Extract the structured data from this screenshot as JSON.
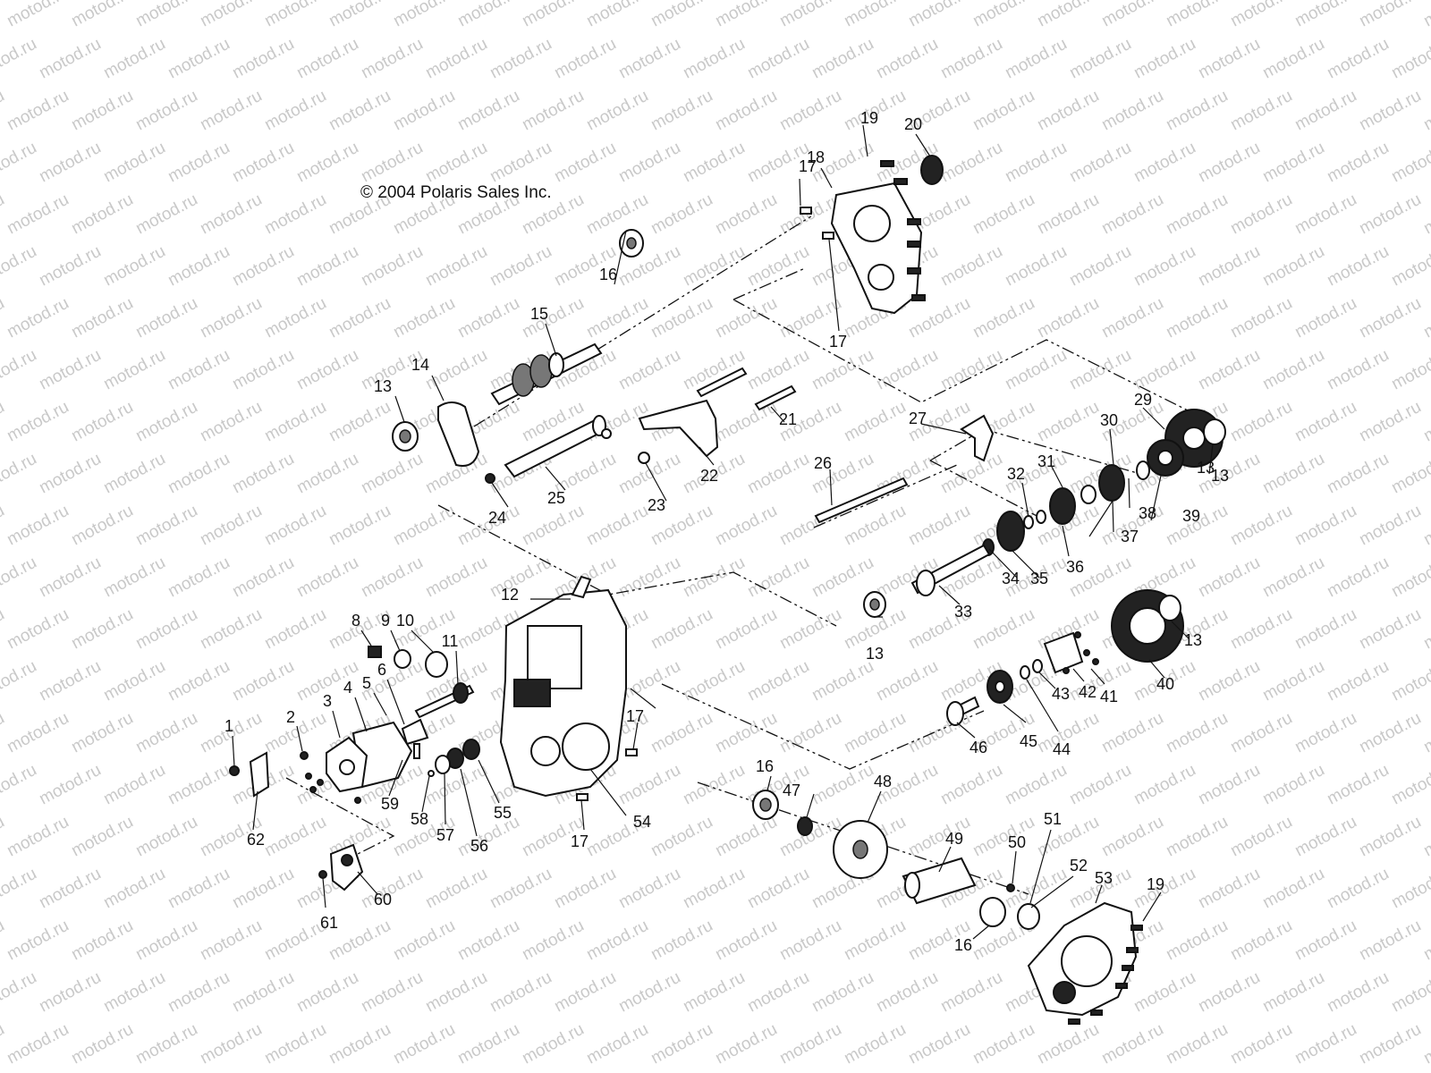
{
  "copyright": "© 2004 Polaris Sales Inc.",
  "watermark": "motod.ru",
  "callouts": [
    "1",
    "2",
    "3",
    "4",
    "5",
    "6",
    "8",
    "9",
    "10",
    "11",
    "12",
    "13",
    "13",
    "13",
    "13",
    "13",
    "14",
    "15",
    "16",
    "16",
    "16",
    "17",
    "17",
    "17",
    "17",
    "18",
    "19",
    "19",
    "20",
    "21",
    "22",
    "23",
    "24",
    "25",
    "26",
    "27",
    "29",
    "30",
    "31",
    "32",
    "33",
    "34",
    "35",
    "36",
    "37",
    "38",
    "39",
    "40",
    "41",
    "42",
    "43",
    "44",
    "45",
    "46",
    "47",
    "48",
    "49",
    "50",
    "51",
    "52",
    "53",
    "54",
    "55",
    "56",
    "57",
    "58",
    "59",
    "60",
    "61",
    "62"
  ]
}
